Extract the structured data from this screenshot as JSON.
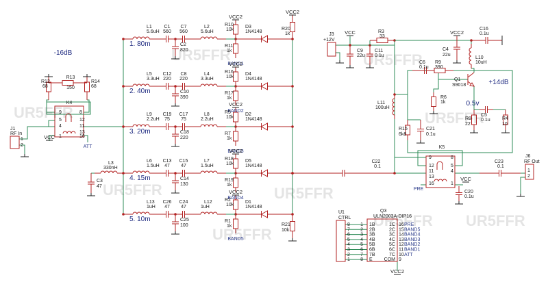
{
  "colors": {
    "wire": "#2e8b57",
    "component": "#b22222",
    "text": "#1a1a1a",
    "net_label": "#1e2a80",
    "background": "#ffffff"
  },
  "power": {
    "vcc": "VCC",
    "vcc2": "VCC2"
  },
  "attenuator": {
    "level": "-16dB",
    "R12": {
      "ref": "R12",
      "value": "68"
    },
    "R13": {
      "ref": "R13",
      "value": "150"
    },
    "R14": {
      "ref": "R14",
      "value": "68"
    },
    "K4": "K4",
    "pins": [
      "9",
      "8",
      "5",
      "4",
      "12",
      "11",
      "13",
      "1",
      "16"
    ],
    "att_label": "ATT"
  },
  "J1": {
    "ref": "J1",
    "name": "RF In",
    "pin1": "1",
    "pin2": "2"
  },
  "L3": {
    "ref": "L3",
    "value": "330nH"
  },
  "C3": {
    "ref": "C3",
    "value": "47"
  },
  "bands": [
    {
      "label": "1. 80m",
      "La": {
        "ref": "L1",
        "value": "5.6uH"
      },
      "Ca": {
        "ref": "C1",
        "value": "560"
      },
      "Cb": {
        "ref": "C7",
        "value": "560"
      },
      "Lb": {
        "ref": "L2",
        "value": "5.6uH"
      },
      "Cs": {
        "ref": "C2",
        "value": "820"
      },
      "Rt": {
        "ref": "R10",
        "value": "10k"
      },
      "D": {
        "ref": "D3",
        "value": "1N4148"
      },
      "Rb": {
        "ref": "R11",
        "value": "1k"
      },
      "net": "BAND1"
    },
    {
      "label": "2. 40m",
      "La": {
        "ref": "L5",
        "value": "3.3uH"
      },
      "Ca": {
        "ref": "C12",
        "value": "220"
      },
      "Cb": {
        "ref": "C8",
        "value": "220"
      },
      "Lb": {
        "ref": "L4",
        "value": "3.3uH"
      },
      "Cs": {
        "ref": "C10",
        "value": "390"
      },
      "Rt": {
        "ref": "R16",
        "value": "10k"
      },
      "D": {
        "ref": "D4",
        "value": "1N4148"
      },
      "Rb": {
        "ref": "R17",
        "value": "1k"
      },
      "net": "BAND2"
    },
    {
      "label": "3. 20m",
      "La": {
        "ref": "L9",
        "value": "2.2uH"
      },
      "Ca": {
        "ref": "C19",
        "value": "75"
      },
      "Cb": {
        "ref": "C17",
        "value": "75"
      },
      "Lb": {
        "ref": "L8",
        "value": "2.2uH"
      },
      "Cs": {
        "ref": "C18",
        "value": "220"
      },
      "Rt": {
        "ref": "R5",
        "value": "10k"
      },
      "D": {
        "ref": "D2",
        "value": "1N4148"
      },
      "Rb": {
        "ref": "R7",
        "value": "1k"
      },
      "net": "BAND3"
    },
    {
      "label": "4. 15m",
      "La": {
        "ref": "L6",
        "value": "1.5uH"
      },
      "Ca": {
        "ref": "C13",
        "value": "47"
      },
      "Cb": {
        "ref": "C15",
        "value": "47"
      },
      "Lb": {
        "ref": "L7",
        "value": "1.5uH"
      },
      "Cs": {
        "ref": "C14",
        "value": "130"
      },
      "Rt": {
        "ref": "R18",
        "value": "10k"
      },
      "D": {
        "ref": "D5",
        "value": "1N4148"
      },
      "Rb": {
        "ref": "R19",
        "value": "1k"
      },
      "net": "BAND4"
    },
    {
      "label": "5. 10m",
      "La": {
        "ref": "L13",
        "value": "1uH"
      },
      "Ca": {
        "ref": "C26",
        "value": "47"
      },
      "Cb": {
        "ref": "C24",
        "value": "47"
      },
      "Lb": {
        "ref": "L12",
        "value": "1uH"
      },
      "Cs": {
        "ref": "C25",
        "value": "100"
      },
      "Rt": {
        "ref": "R2",
        "value": "10k"
      },
      "D": {
        "ref": "D1",
        "value": "1N4148"
      },
      "Rb": {
        "ref": "R1",
        "value": "1k"
      },
      "net": "BAND5"
    }
  ],
  "R20": {
    "ref": "R20",
    "value": "1k"
  },
  "R21": {
    "ref": "R21",
    "value": "10k"
  },
  "C22": {
    "ref": "C22",
    "value": "0.1"
  },
  "power_input": {
    "J3": {
      "ref": "J3",
      "name": "+12V"
    },
    "C9": {
      "ref": "C9",
      "value": "22u"
    },
    "C11": {
      "ref": "C11",
      "value": "0.1u"
    },
    "R3": {
      "ref": "R3",
      "value": "33"
    },
    "C4": {
      "ref": "C4",
      "value": "22u"
    },
    "L10": {
      "ref": "L10",
      "value": "10uH"
    },
    "C16": {
      "ref": "C16",
      "value": "0.1u"
    }
  },
  "amplifier": {
    "gain": "+14dB",
    "C6": {
      "ref": "C6",
      "value": "0.1u"
    },
    "R9": {
      "ref": "R9",
      "value": "390"
    },
    "Q1": {
      "ref": "Q1",
      "value": "S9018"
    },
    "R6": {
      "ref": "R6",
      "value": "1k"
    },
    "L11": {
      "ref": "L11",
      "value": "100uH"
    },
    "bias": "0.5v",
    "R15": {
      "ref": "R15",
      "value": "6k8"
    },
    "C21": {
      "ref": "C21",
      "value": "0.1u"
    },
    "R8": {
      "ref": "R8",
      "value": "22"
    },
    "C5": {
      "ref": "C5",
      "value": "0.1u"
    },
    "R4": {
      "ref": "R4",
      "value": "10"
    }
  },
  "preamp_relay": {
    "K5": "K5",
    "pins": [
      "9",
      "8",
      "5",
      "4",
      "12",
      "11",
      "13",
      "1",
      "16"
    ],
    "label": "PRE",
    "C20": {
      "ref": "C20",
      "value": "0.1u"
    }
  },
  "output": {
    "C23": {
      "ref": "C23",
      "value": "0.1"
    },
    "J6": {
      "ref": "J6",
      "name": "RF Out",
      "pin1": "1",
      "pin2": "2"
    }
  },
  "control": {
    "U1": {
      "ref": "U1",
      "name": "CTRL"
    },
    "U1_pins": [
      "8",
      "7",
      "6",
      "5",
      "4",
      "3",
      "2",
      "1"
    ],
    "Q3": {
      "ref": "Q3",
      "value": "ULN2003A-DIP16"
    },
    "in_pins": [
      "1",
      "2",
      "3",
      "4",
      "5",
      "6",
      "7",
      "8"
    ],
    "in_labels": [
      "1B",
      "2B",
      "3B",
      "4B",
      "5B",
      "6B",
      "7B",
      "E"
    ],
    "out_labels": [
      "1C",
      "2C",
      "3C",
      "4C",
      "5C",
      "6C",
      "7C",
      "COM"
    ],
    "out_pins": [
      "16",
      "15",
      "14",
      "13",
      "12",
      "11",
      "10",
      "9"
    ],
    "out_nets": [
      "PRE",
      "BAND5",
      "BAND4",
      "BAND3",
      "BAND2",
      "BAND1",
      "ATT",
      ""
    ]
  },
  "watermark": "UR5FFR"
}
